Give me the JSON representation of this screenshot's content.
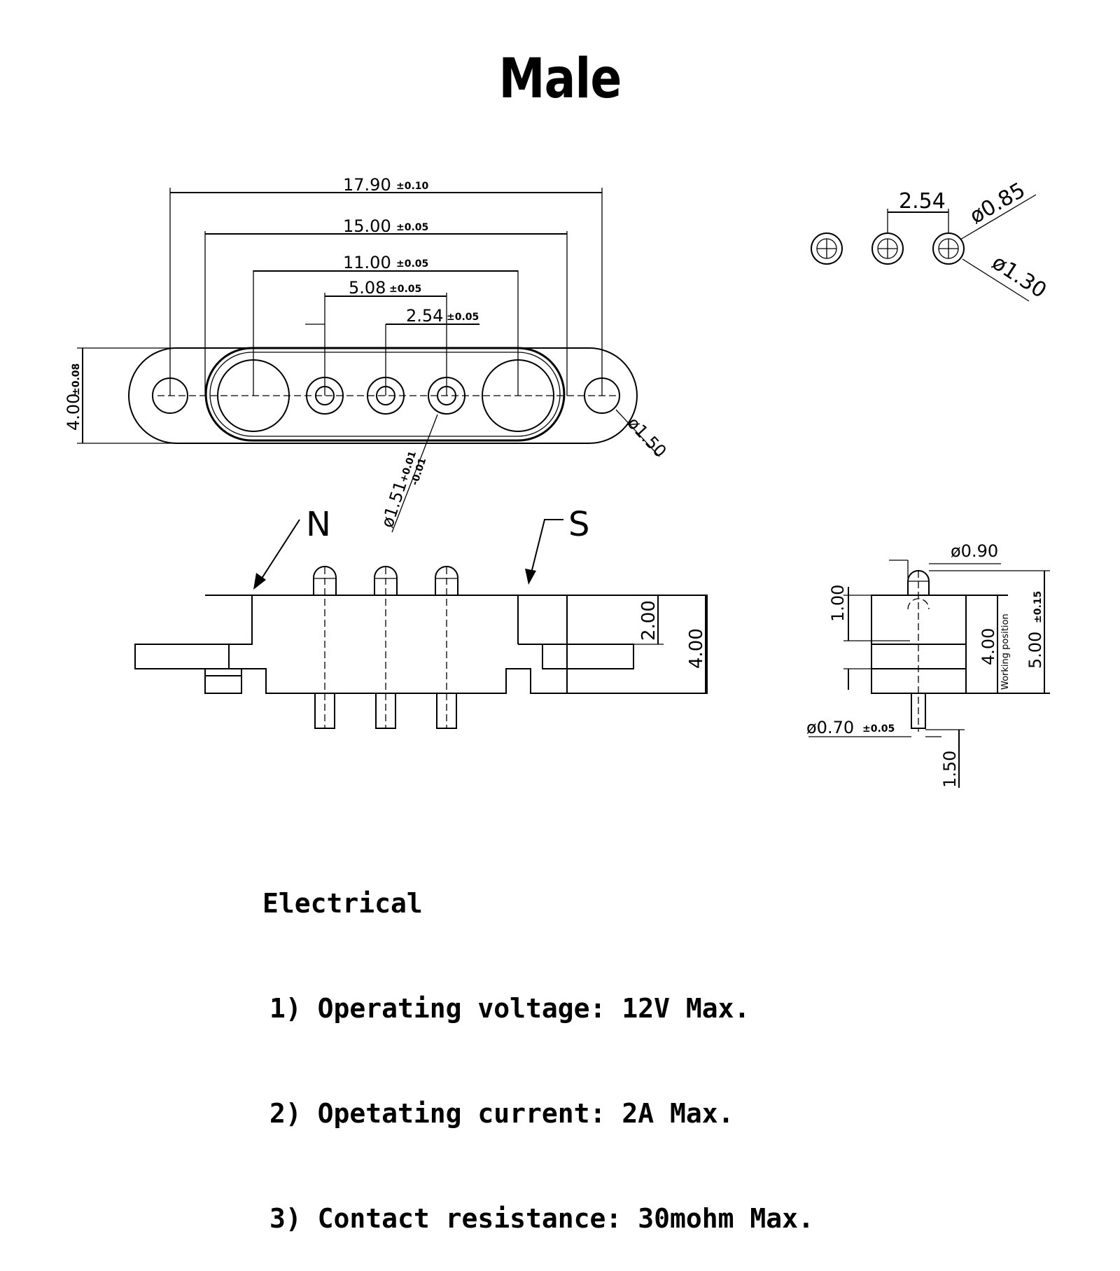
{
  "title": "Male",
  "top_view": {
    "dim_overall": "17.90",
    "tol_overall": "±0.10",
    "dim_magnets": "15.00",
    "tol_magnets": "±0.05",
    "dim_outer_pins": "11.00",
    "tol_outer_pins": "±0.05",
    "dim_pin_span": "5.08",
    "tol_pin_span": "±0.05",
    "dim_pin_pitch": "2.54",
    "tol_pin_pitch": "±0.05",
    "dim_height": "4.00",
    "tol_height": "±0.08",
    "dim_hole": "ø1.50",
    "dim_pin_dia": "ø1.51",
    "tol_pin_dia_plus": "+0.01",
    "tol_pin_dia_minus": "-0.01"
  },
  "footprint": {
    "pitch": "2.54",
    "inner_dia": "ø0.85",
    "outer_dia": "ø1.30"
  },
  "side_view": {
    "label_n": "N",
    "label_s": "S",
    "dim_step": "2.00",
    "dim_height": "4.00"
  },
  "pin_detail": {
    "tip_dia": "ø0.90",
    "tip_height": "1.00",
    "body_height": "4.00",
    "working_position_label": "Working position",
    "total_height": "5.00",
    "total_tol": "±0.15",
    "tail_dia": "ø0.70",
    "tail_tol": "±0.05",
    "tail_length": "1.50"
  },
  "electrical": {
    "heading": "Electrical",
    "items": [
      "1) Operating voltage: 12V Max.",
      "2) Opetating current: 2A Max.",
      "3) Contact resistance: 30mohm Max."
    ]
  }
}
